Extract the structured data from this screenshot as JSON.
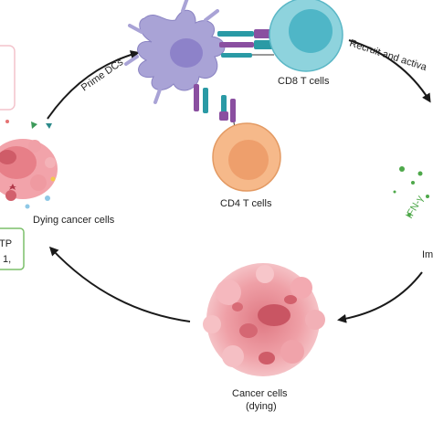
{
  "labels": {
    "prime_dcs": "Prime DCs",
    "cd8_t_cells": "CD8 T cells",
    "cd4_t_cells": "CD4 T cells",
    "recruit_activate": "Recruit  and activa",
    "dying_cancer_cells": "Dying cancer cells",
    "cancer_cells_line1": "Cancer cells",
    "cancer_cells_line2": "(dying)",
    "ifn_gamma": "IFN-γ",
    "right_partial": "Im",
    "left_box_line1": "TP",
    "left_box_line2": "1,"
  },
  "colors": {
    "arrow": "#1a1a1a",
    "dc_body": "#a9a3d6",
    "dc_nucleus": "#8d82c9",
    "cd8_outer": "#8ed3dd",
    "cd8_inner": "#4fb6c7",
    "cd4_outer": "#f6b98a",
    "cd4_inner": "#ee9f6c",
    "tumor": "#e8828a",
    "tumor_dark": "#c45a64",
    "receptor_teal": "#2a9aa5",
    "receptor_purple": "#8a4fa0",
    "box_green": "#7bbf6a",
    "box_pink": "#f3c4cc",
    "ifn_green": "#4ea84a"
  }
}
